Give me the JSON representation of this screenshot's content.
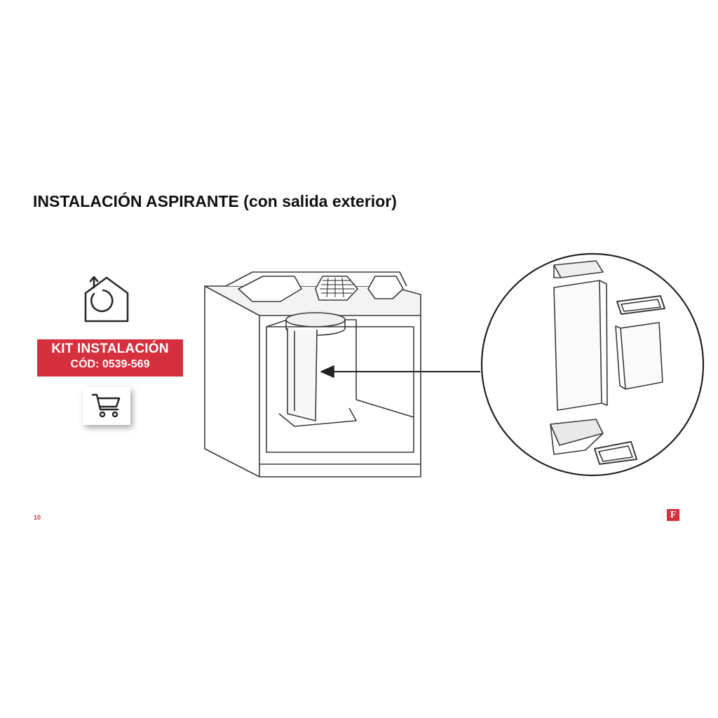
{
  "page": {
    "title": "INSTALACIÓN ASPIRANTE (con salida exterior)",
    "page_number": "10",
    "brand_logo_letter": "F"
  },
  "sidebar": {
    "house_icon": "house-with-circular-arrow-icon",
    "kit": {
      "line1": "KIT INSTALACIÓN",
      "line2": "CÓD: 0539-569"
    },
    "cart_icon": "shopping-cart-icon"
  },
  "colors": {
    "accent": "#d6303f",
    "text": "#111111",
    "line_art": "#3a3a3a"
  }
}
